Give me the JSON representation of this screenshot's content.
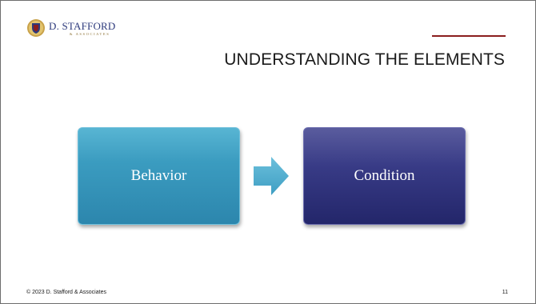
{
  "logo": {
    "name": "D. STAFFORD",
    "subtitle": "& ASSOCIATES",
    "icon": "shield-crest-icon"
  },
  "slide": {
    "title": "UNDERSTANDING THE ELEMENTS",
    "accent_color": "#8b1e1e"
  },
  "diagram": {
    "boxes": [
      {
        "label": "Behavior",
        "color": "#3b9cc0"
      },
      {
        "label": "Condition",
        "color": "#383b86"
      }
    ],
    "arrow_color": "#4ba9cd"
  },
  "footer": {
    "copyright": "© 2023 D. Stafford & Associates",
    "page_number": "11"
  }
}
